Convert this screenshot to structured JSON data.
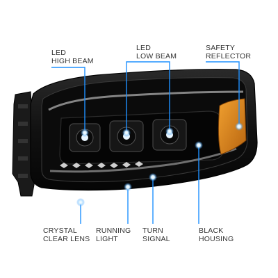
{
  "callouts": {
    "high_beam": {
      "line1": "LED",
      "line2": "HIGH BEAM"
    },
    "low_beam": {
      "line1": "LED",
      "line2": "LOW BEAM"
    },
    "safety_reflector": {
      "line1": "SAFETY",
      "line2": "REFLECTOR"
    },
    "crystal_lens": {
      "line1": "CRYSTAL",
      "line2": "CLEAR LENS"
    },
    "running_light": {
      "line1": "RUNNING",
      "line2": "LIGHT"
    },
    "turn_signal": {
      "line1": "TURN",
      "line2": "SIGNAL"
    },
    "black_housing": {
      "line1": "BLACK",
      "line2": "HOUSING"
    }
  },
  "colors": {
    "callout_line": "#1e90ff",
    "label_text": "#333333",
    "housing": "#111111",
    "reflector": "#d9821c",
    "background": "#ffffff"
  }
}
